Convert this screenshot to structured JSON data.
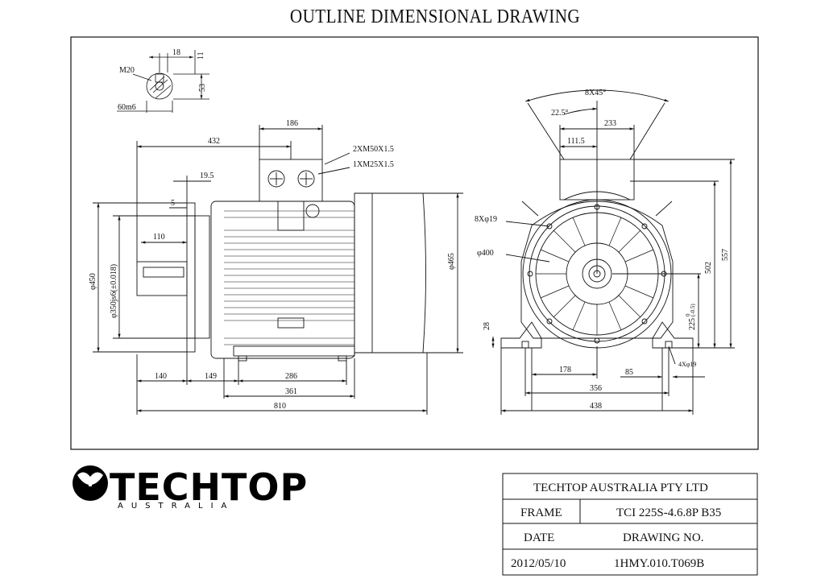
{
  "title": "OUTLINE DIMENSIONAL DRAWING",
  "shaft_detail": {
    "thread": "M20",
    "key_width": "18",
    "key_depth": "11",
    "shaft_height": "53",
    "shaft_dia": "60m6"
  },
  "side_view": {
    "terminal_box_width": "186",
    "box_offset": "432",
    "cable_1": "2XM50X1.5",
    "cable_2": "1XM25X1.5",
    "dim_19_5": "19.5",
    "dim_5": "5",
    "key_length": "110",
    "flange_dia": "φ450",
    "spigot_dia": "φ350js6(±0.018)",
    "body_dia": "φ465",
    "shaft_len": "140",
    "flange_to_foot": "149",
    "foot_spacing": "286",
    "foot_length": "361",
    "overall_length": "810"
  },
  "end_view": {
    "chamfer": "8X45°",
    "angle": "22.5°",
    "box_width": "233",
    "box_half": "111.5",
    "flange_holes": "8Xφ19",
    "pcd": "φ400",
    "foot_height": "28",
    "height_502": "502",
    "height_557": "557",
    "shaft_height": "225",
    "tol_upper": "0",
    "tol_lower": "(-0.5)",
    "foot_holes": "4Xφ19",
    "half_spacing": "178",
    "foot_width": "85",
    "foot_spacing": "356",
    "overall_width": "438"
  },
  "logo": {
    "name": "TECHTOP",
    "sub": "AUSTRALIA"
  },
  "title_block": {
    "company": "TECHTOP AUSTRALIA PTY LTD",
    "frame_label": "FRAME",
    "frame_value": "TCI 225S-4.6.8P B35",
    "date_label": "DATE",
    "drawing_label": "DRAWING NO.",
    "date_value": "2012/05/10",
    "drawing_value": "1HMY.010.T069B"
  }
}
